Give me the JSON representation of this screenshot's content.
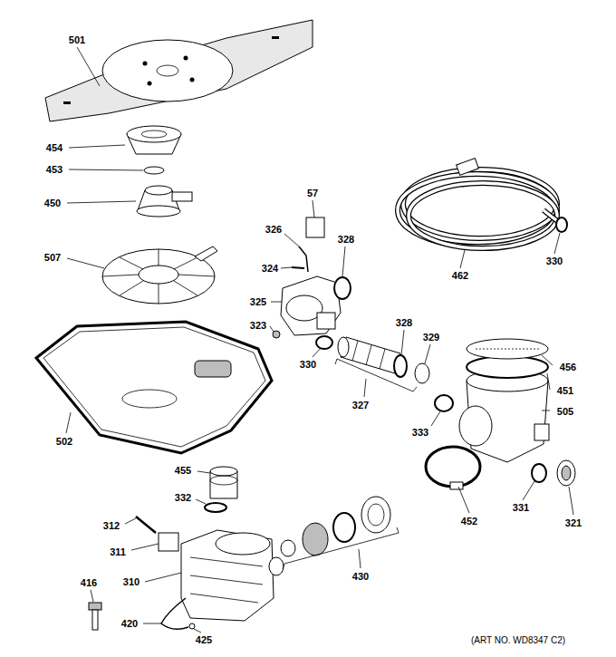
{
  "diagram": {
    "labels": [
      "501",
      "454",
      "453",
      "450",
      "507",
      "57",
      "326",
      "328",
      "324",
      "325",
      "323",
      "330",
      "327",
      "328",
      "329",
      "333",
      "462",
      "330",
      "456",
      "451",
      "505",
      "502",
      "455",
      "332",
      "312",
      "311",
      "452",
      "331",
      "321",
      "430",
      "310",
      "416",
      "420",
      "425",
      "(ART NO. WD8347 C2)"
    ]
  }
}
